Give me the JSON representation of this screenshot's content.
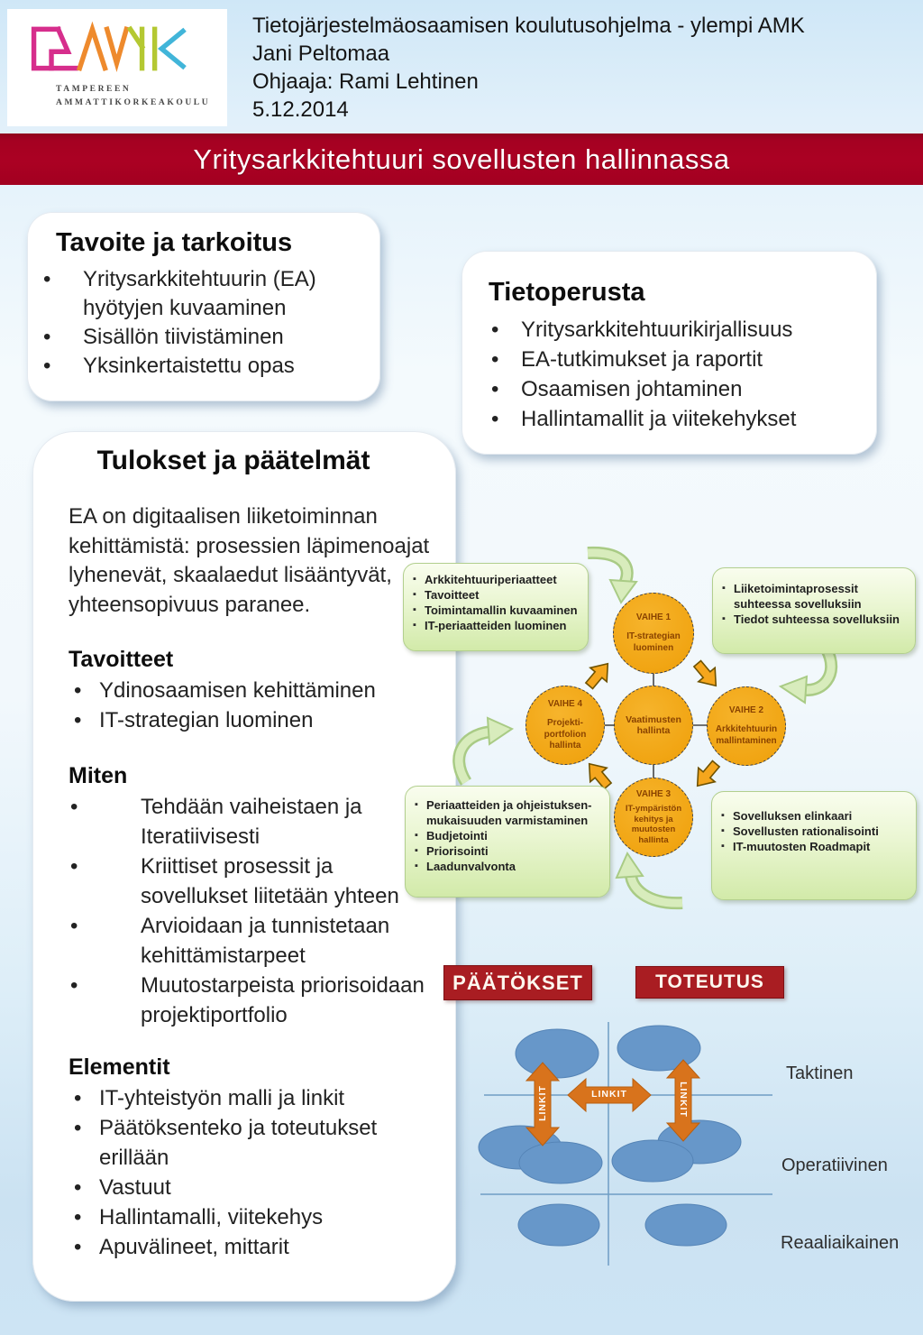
{
  "header": {
    "logo": {
      "name": "TAMK",
      "line1": "TAMPEREEN",
      "line2": "AMMATTIKORKEAKOULU"
    },
    "lines": [
      "Tietojärjestelmäosaamisen koulutusohjelma - ylempi AMK",
      "Jani Peltomaa",
      "Ohjaaja: Rami Lehtinen",
      "5.12.2014"
    ]
  },
  "banner": {
    "title": "Yritysarkkitehtuuri sovellusten hallinnassa"
  },
  "goal_box": {
    "title": "Tavoite ja tarkoitus",
    "bullets": [
      "Yritysarkkitehtuurin (EA) hyötyjen kuvaaminen",
      "Sisällön tiivistäminen",
      "Yksinkertaistettu opas"
    ]
  },
  "knowledge_box": {
    "title": "Tietoperusta",
    "bullets": [
      "Yritysarkkitehtuurikirjallisuus",
      "EA-tutkimukset ja raportit",
      "Osaamisen johtaminen",
      "Hallintamallit ja viitekehykset"
    ]
  },
  "results_box": {
    "title": "Tulokset ja päätelmät",
    "intro": "EA on digitaalisen liiketoiminnan kehittämistä: prosessien läpimenoajat lyhenevät, skaalaedut lisääntyvät, yhteensopivuus paranee.",
    "tavoitteet": {
      "heading": "Tavoitteet",
      "bullets": [
        "Ydinosaamisen kehittäminen",
        "IT-strategian luominen"
      ]
    },
    "miten": {
      "heading": "Miten",
      "bullets": [
        "Tehdään vaiheistaen ja Iteratiivisesti",
        "Kriittiset prosessit ja sovellukset liitetään yhteen",
        "Arvioidaan ja tunnistetaan kehittämistarpeet",
        "Muutostarpeista priorisoidaan projektiportfolio"
      ]
    },
    "elementit": {
      "heading": "Elementit",
      "bullets": [
        "IT-yhteistyön malli ja linkit",
        "Päätöksenteko ja toteutukset erillään",
        "Vastuut",
        "Hallintamalli, viitekehys",
        "Apuvälineet, mittarit"
      ]
    }
  },
  "cycle": {
    "notes": {
      "top_left": [
        "Arkkitehtuuriperiaatteet",
        "Tavoitteet",
        "Toimintamallin kuvaaminen",
        "IT-periaatteiden luominen"
      ],
      "top_right": [
        "Liiketoimintaprosessit suhteessa sovelluksiin",
        "Tiedot suhteessa sovelluksiin"
      ],
      "bottom_left": [
        "Periaatteiden ja ohjeistuksen-mukaisuuden varmistaminen",
        "Budjetointi",
        "Priorisointi",
        "Laadunvalvonta"
      ],
      "bottom_right": [
        "Sovelluksen elinkaari",
        "Sovellusten rationalisointi",
        "IT-muutosten Roadmapit"
      ]
    },
    "center": {
      "text": "Vaatimusten hallinta"
    },
    "phases": [
      {
        "label": "VAIHE 1",
        "text": "IT-strategian luominen"
      },
      {
        "label": "VAIHE 2",
        "text": "Arkkitehtuurin mallintaminen"
      },
      {
        "label": "VAIHE 3",
        "text": "IT-ympäristön kehitys ja muutosten hallinta"
      },
      {
        "label": "VAIHE 4",
        "text": "Projekti-portfolion hallinta"
      }
    ]
  },
  "labels": {
    "decisions": "PÄÄTÖKSET",
    "implementation": "TOTEUTUS"
  },
  "link_diagram": {
    "arrow_label": "LINKIT",
    "rows": [
      "Taktinen",
      "Operatiivinen",
      "Reaaliaikainen"
    ]
  },
  "colors": {
    "banner_red": "#a50122",
    "label_red": "#a91d22",
    "circle_orange": "#f1a513",
    "note_green": "#d2eaa9",
    "ellipse_blue": "#6797c9",
    "link_arrow_orange": "#d8731c",
    "curve_arrow_green": "#d8ecbc",
    "logo_magenta": "#d62e8c",
    "logo_orange": "#ee8a2d",
    "logo_green": "#b4c832",
    "logo_teal": "#41b5d9"
  }
}
